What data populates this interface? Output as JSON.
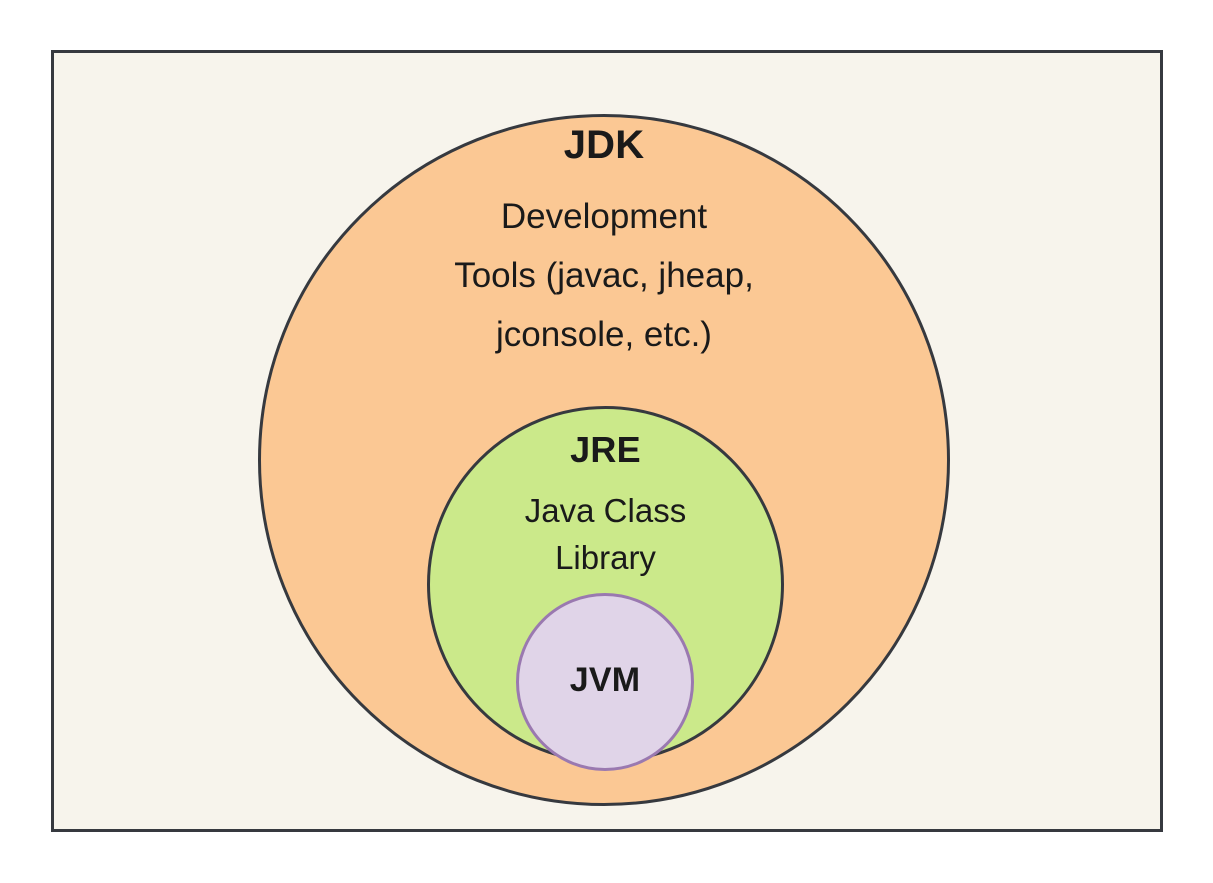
{
  "diagram": {
    "type": "nested-venn",
    "frame": {
      "background_color": "#f7f4ec",
      "border_color": "#36393f"
    },
    "layers": [
      {
        "key": "jdk",
        "title": "JDK",
        "lines": [
          "Development",
          "Tools (javac, jheap,",
          "jconsole, etc.)"
        ],
        "fill_color": "#fbc894",
        "stroke_color": "#36393f"
      },
      {
        "key": "jre",
        "title": "JRE",
        "lines": [
          "Java Class",
          "Library"
        ],
        "fill_color": "#cbe98a",
        "stroke_color": "#36393f"
      },
      {
        "key": "jvm",
        "title": "JVM",
        "lines": [],
        "fill_color": "#e0d4e8",
        "stroke_color": "#9a79b0"
      }
    ]
  }
}
